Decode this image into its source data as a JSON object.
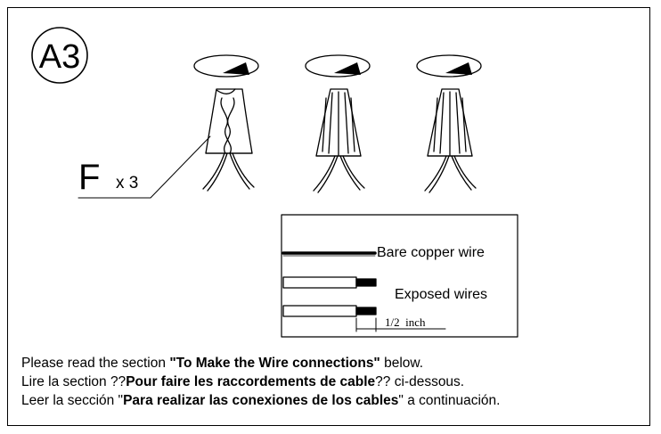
{
  "step_label": "A3",
  "part_letter": "F",
  "part_quantity": "x 3",
  "inset": {
    "bare_label": "Bare copper wire",
    "exposed_label": "Exposed wires",
    "dimension_label": "1/2  inch"
  },
  "instructions": [
    {
      "pre": "Please read the section ",
      "bold": "\"To Make the Wire connections\"",
      "post": " below."
    },
    {
      "pre": "Lire la section ??",
      "bold": "Pour faire les raccordements de cable",
      "post": "?? ci-dessous."
    },
    {
      "pre": "Leer la sección \"",
      "bold": "Para realizar las conexiones de los cables",
      "post": "\" a continuación."
    }
  ],
  "colors": {
    "line": "#000000",
    "background": "#ffffff"
  }
}
